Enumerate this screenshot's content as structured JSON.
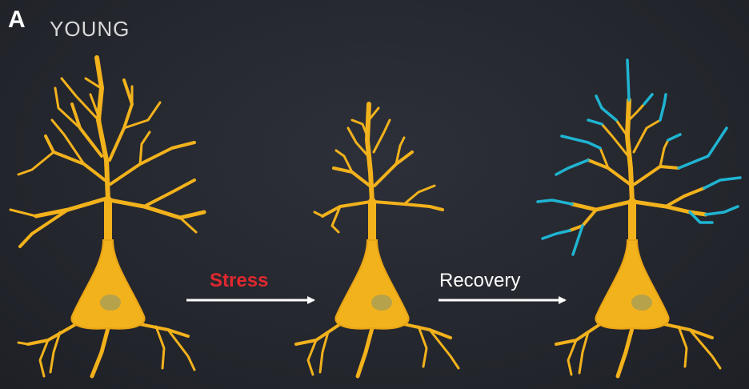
{
  "panel": {
    "letter": "A",
    "title": "YOUNG"
  },
  "transitions": [
    {
      "label": "Stress",
      "color": "#e0282e"
    },
    {
      "label": "Recovery",
      "color": "#ffffff"
    }
  ],
  "colors": {
    "background": "#26282f",
    "neuron": "#f2b21c",
    "nucleus": "#b5a24a",
    "regrowth": "#1fb4d2",
    "arrow": "#ffffff"
  },
  "neurons": [
    {
      "state": "baseline"
    },
    {
      "state": "stressed"
    },
    {
      "state": "recovered",
      "regrowth_marked": true
    }
  ]
}
